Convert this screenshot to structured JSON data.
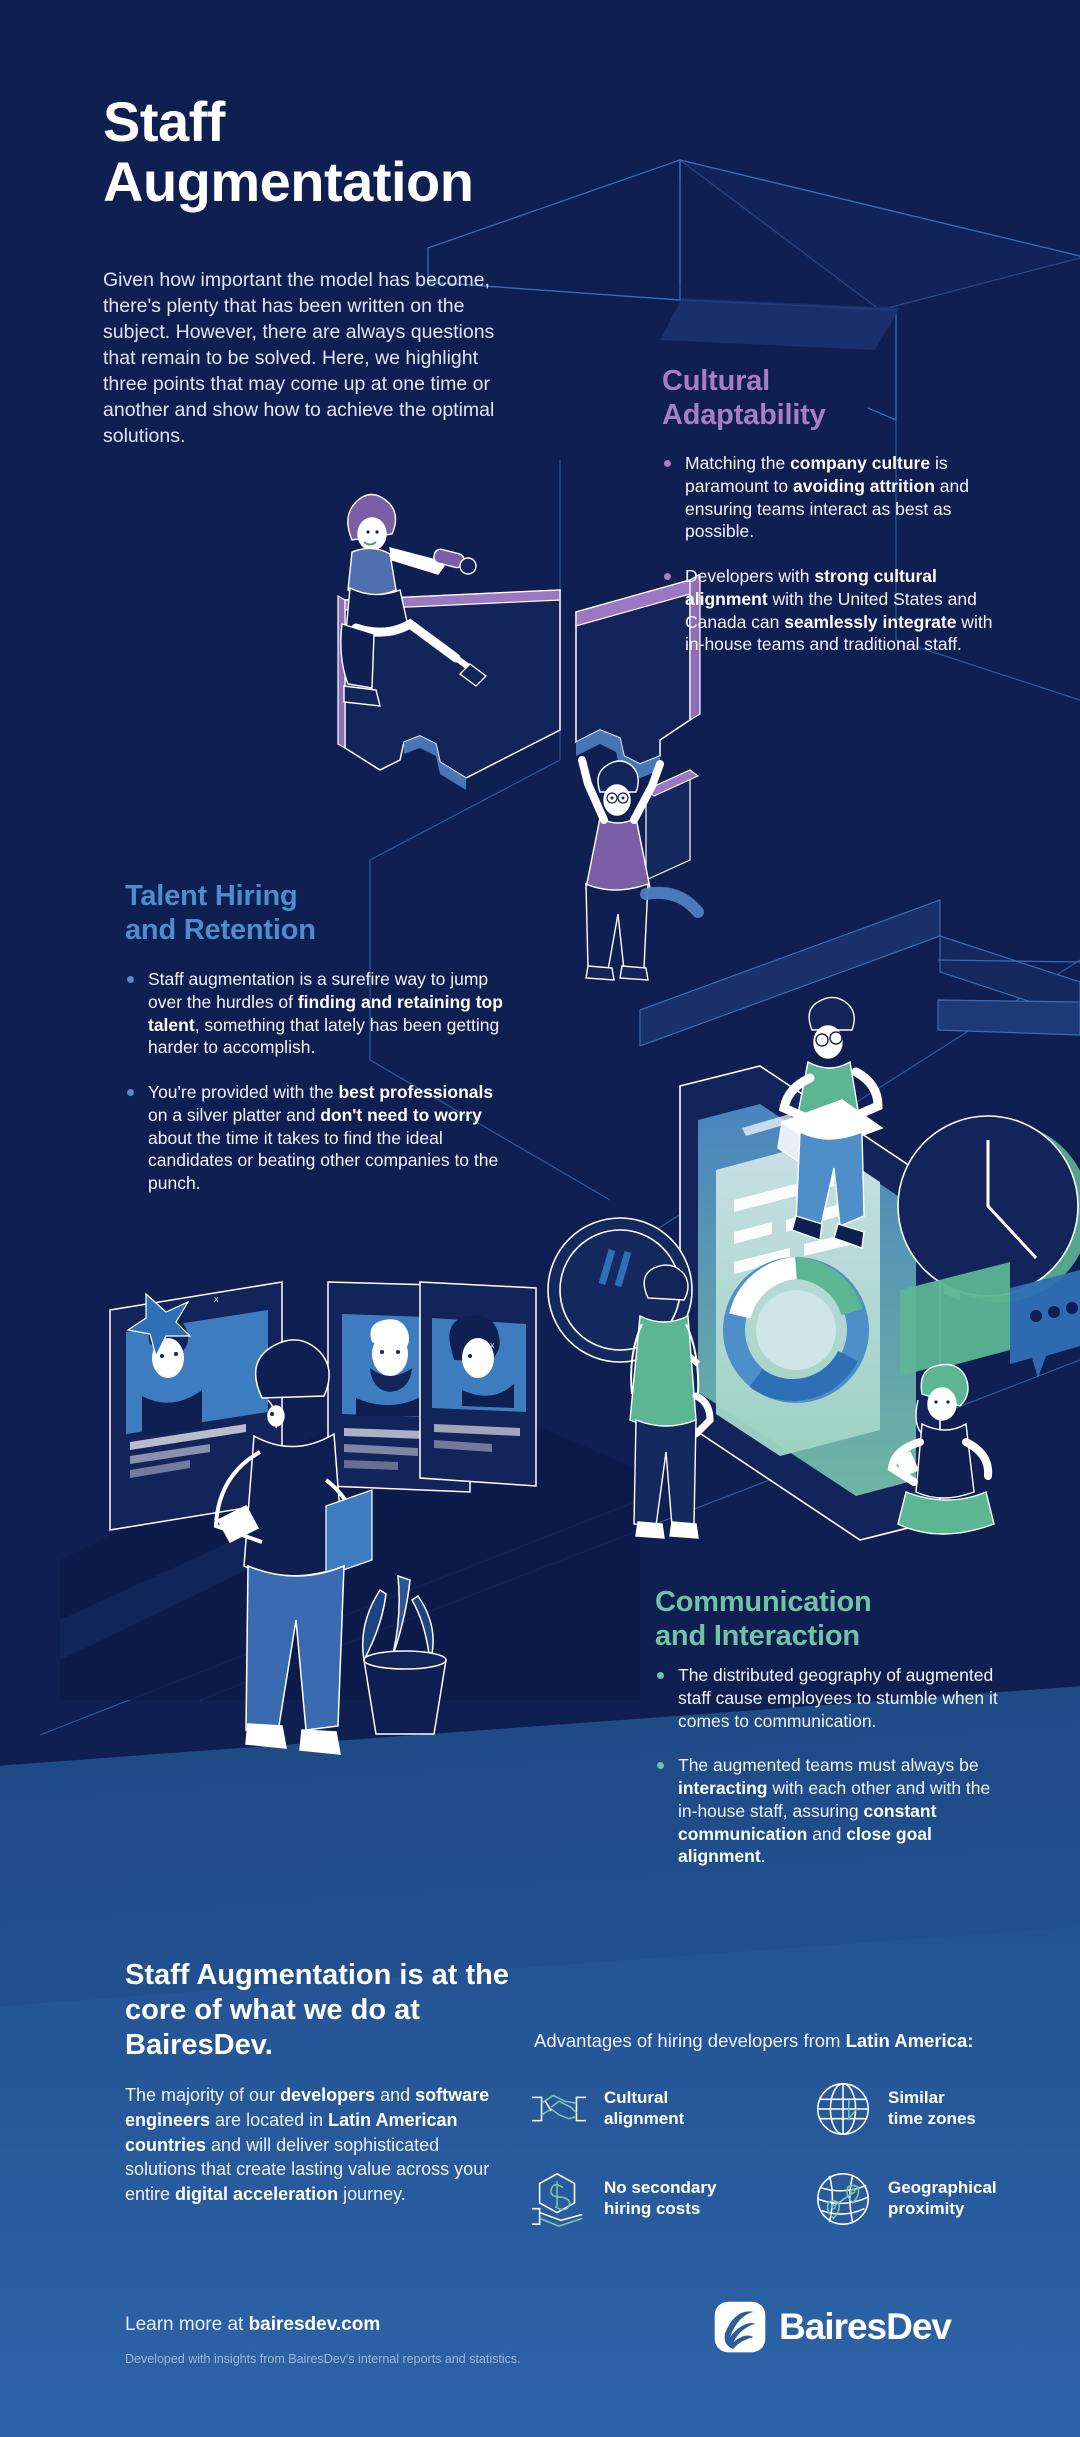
{
  "header": {
    "title_line1": "Staff",
    "title_line2": "Augmentation",
    "intro": "Given how important the model has become, there's plenty that has been written on the subject. However, there are always questions that remain to be solved. Here, we highlight three points that may come up at one time or another and show how to achieve the optimal solutions."
  },
  "sections": [
    {
      "id": "cultural-adaptability",
      "heading_line1": "Cultural",
      "heading_line2": "Adaptability",
      "color": "#a77ec4",
      "bullets": [
        "Matching the <b>company culture</b> is paramount to <b>avoiding attrition</b> and ensuring teams interact as best as possible.",
        "Developers with <b>strong cultural alignment</b> with the United States and Canada can <b>seamlessly integrate</b> with in-house teams and traditional staff."
      ]
    },
    {
      "id": "talent-hiring-and-retention",
      "heading_line1": "Talent Hiring",
      "heading_line2": "and Retention",
      "color": "#4a8ecb",
      "bullets": [
        "Staff augmentation is a surefire way to jump over the hurdles of <b>finding and retaining top talent</b>, something that lately has been getting harder to accomplish.",
        "You're provided with the <b>best professionals</b> on a silver platter and <b>don't need to worry</b> about the time it takes to find the ideal candidates or beating other companies to the punch."
      ]
    },
    {
      "id": "communication-and-interaction",
      "heading_line1": "Communication",
      "heading_line2": "and Interaction",
      "color": "#72c2a4",
      "bullets": [
        "The distributed geography of augmented staff cause employees to stumble when it comes to communication.",
        "The augmented teams must always be <b>interacting</b> with each other and with the in-house staff, assuring <b>constant communication</b> and <b>close goal alignment</b>."
      ]
    }
  ],
  "cta": {
    "heading": "Staff Augmentation is at the core of what we do at BairesDev.",
    "body": "The majority of our <b>developers</b> and <b>software engineers</b> are located in <b>Latin American countries</b> and will deliver sophisticated solutions that create lasting value across your entire <b>digital acceleration</b> journey."
  },
  "advantages": {
    "title": "Advantages of hiring developers from <b>Latin America:</b>",
    "items": [
      {
        "icon": "handshake-icon",
        "label_line1": "Cultural",
        "label_line2": "alignment"
      },
      {
        "icon": "globe-icon",
        "label_line1": "Similar",
        "label_line2": "time zones"
      },
      {
        "icon": "money-hand-icon",
        "label_line1": "No secondary",
        "label_line2": "hiring costs"
      },
      {
        "icon": "map-pins-icon",
        "label_line1": "Geographical",
        "label_line2": "proximity"
      }
    ]
  },
  "footer": {
    "learn_more": "Learn more at <b>bairesdev.com</b>",
    "credit": "Developed with insights from BairesDev's internal reports and statistics.",
    "logo_text": "BairesDev"
  },
  "palette": {
    "bg_dark": "#101f52",
    "bg_light": "#2a5e9f",
    "purple": "#a77ec4",
    "blue": "#4a8ecb",
    "green": "#72c2a4",
    "white": "#ffffff"
  }
}
